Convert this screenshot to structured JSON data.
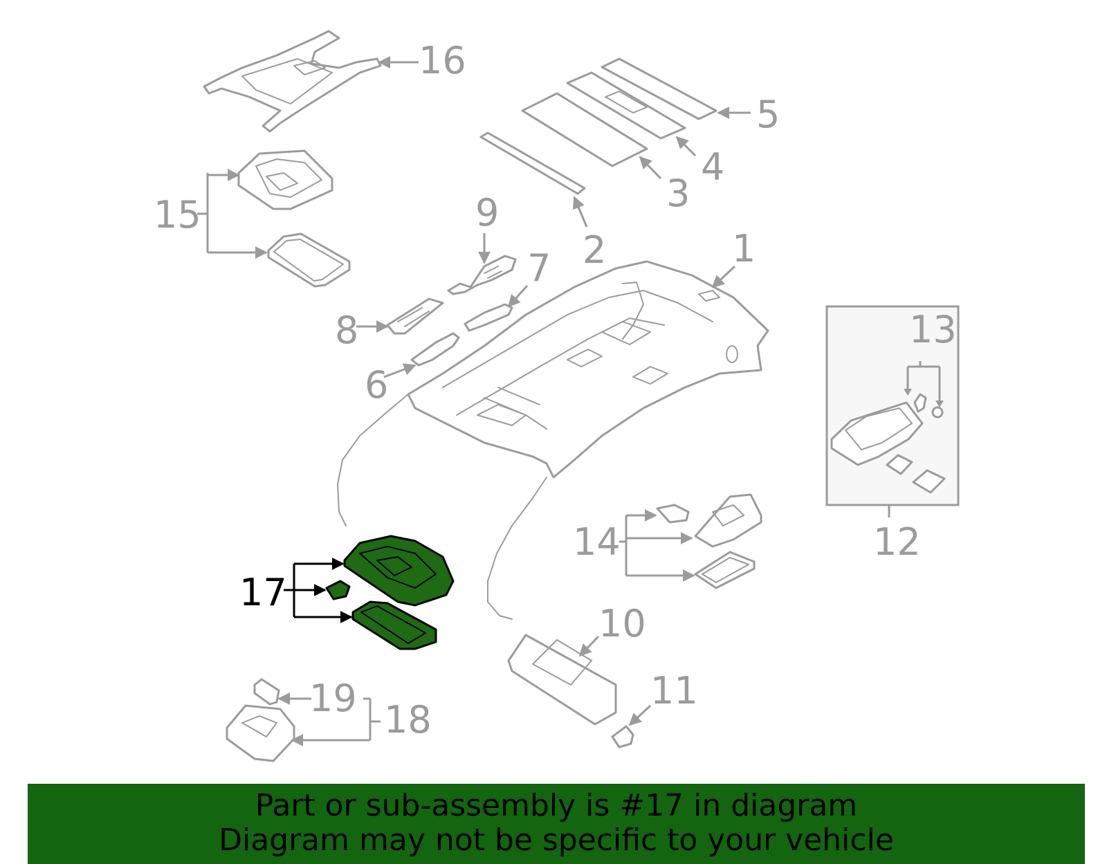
{
  "callouts": {
    "c1": "1",
    "c2": "2",
    "c3": "3",
    "c4": "4",
    "c5": "5",
    "c6": "6",
    "c7": "7",
    "c8": "8",
    "c9": "9",
    "c10": "10",
    "c11": "11",
    "c12": "12",
    "c13": "13",
    "c14": "14",
    "c15": "15",
    "c16": "16",
    "c17": "17",
    "c18": "18",
    "c19": "19"
  },
  "highlighted_part": "17",
  "colors": {
    "highlight": "#1e6b14",
    "banner": "#136510",
    "linework": "#9b9b9b"
  },
  "banner": {
    "line1": "Part or sub-assembly is #17 in diagram",
    "line2": "Diagram may not be specific to your vehicle"
  }
}
